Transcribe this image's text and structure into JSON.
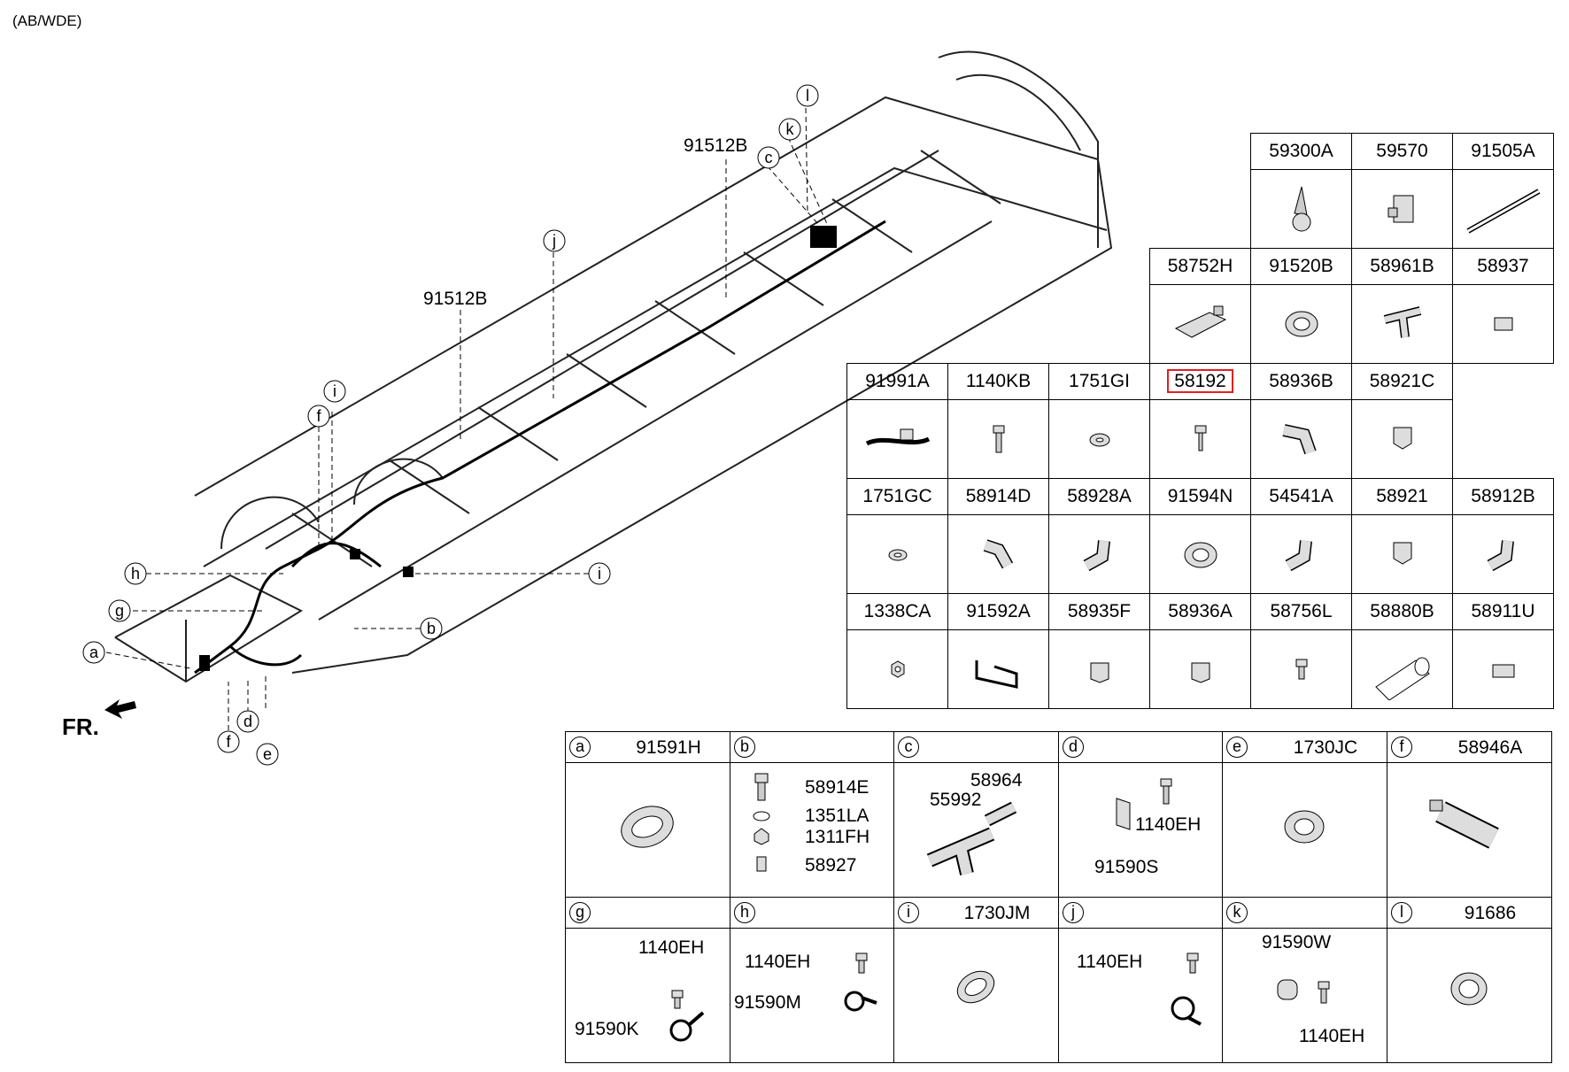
{
  "variant": "(AB/WDE)",
  "front_label": "FR.",
  "callouts": {
    "upper": "91512B",
    "lower": "91512B",
    "letters": [
      "a",
      "b",
      "c",
      "d",
      "e",
      "f",
      "g",
      "h",
      "i",
      "j",
      "k",
      "l"
    ]
  },
  "parts_grid": {
    "rows": [
      [
        "",
        "",
        "",
        "",
        "59300A",
        "59570",
        "91505A"
      ],
      [
        "",
        "",
        "",
        "58752H",
        "91520B",
        "58961B",
        "58937"
      ],
      [
        "",
        "91991A",
        "1140KB",
        "1751GI",
        "58192",
        "58936B",
        "58921C"
      ],
      [
        "1751GC",
        "58914D",
        "58928A",
        "91594N",
        "54541A",
        "58921",
        "58912B"
      ],
      [
        "1338CA",
        "91592A",
        "58935F",
        "58936A",
        "58756L",
        "58880B",
        "58911U"
      ]
    ],
    "highlighted": "58192"
  },
  "detail_boxes": [
    {
      "letter": "a",
      "code": "91591H",
      "labels": []
    },
    {
      "letter": "b",
      "code": "",
      "labels": [
        "58914E",
        "1351LA",
        "1311FH",
        "58927"
      ]
    },
    {
      "letter": "c",
      "code": "",
      "labels": [
        "58964",
        "55992"
      ]
    },
    {
      "letter": "d",
      "code": "",
      "labels": [
        "1140EH",
        "91590S"
      ]
    },
    {
      "letter": "e",
      "code": "1730JC",
      "labels": []
    },
    {
      "letter": "f",
      "code": "58946A",
      "labels": []
    },
    {
      "letter": "g",
      "code": "",
      "labels": [
        "1140EH",
        "91590K"
      ]
    },
    {
      "letter": "h",
      "code": "",
      "labels": [
        "1140EH",
        "91590M"
      ]
    },
    {
      "letter": "i",
      "code": "1730JM",
      "labels": []
    },
    {
      "letter": "j",
      "code": "",
      "labels": [
        "1140EH"
      ]
    },
    {
      "letter": "k",
      "code": "",
      "labels": [
        "91590W",
        "1140EH"
      ]
    },
    {
      "letter": "l",
      "code": "91686",
      "labels": []
    }
  ]
}
